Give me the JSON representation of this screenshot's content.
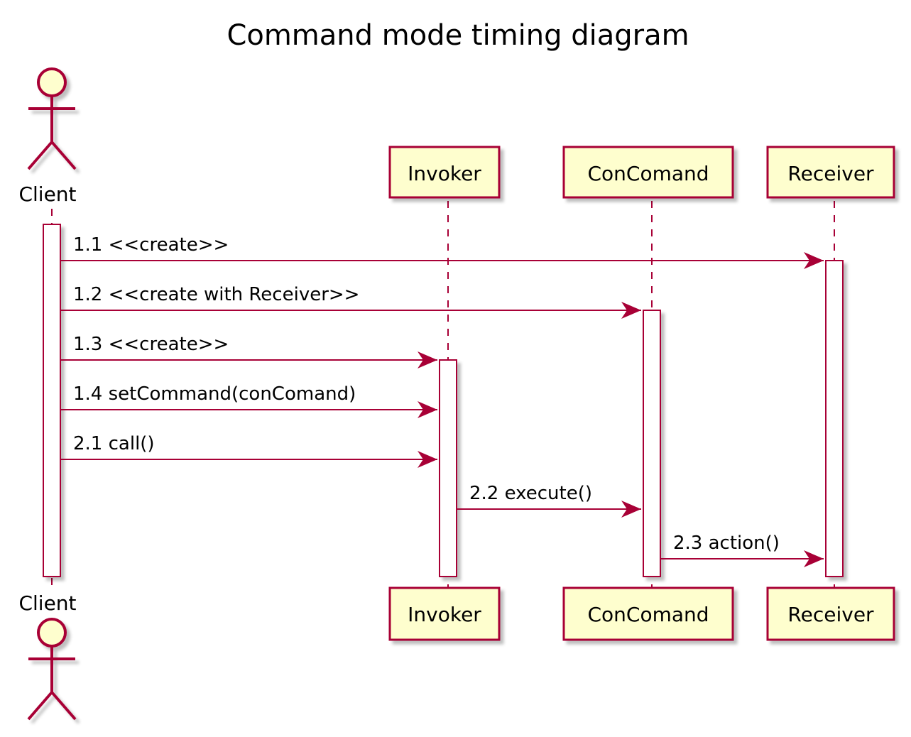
{
  "diagram": {
    "title": "Command mode timing diagram",
    "participants": [
      {
        "id": "client",
        "label": "Client",
        "kind": "actor"
      },
      {
        "id": "invoker",
        "label": "Invoker",
        "kind": "box"
      },
      {
        "id": "concomand",
        "label": "ConComand",
        "kind": "box"
      },
      {
        "id": "receiver",
        "label": "Receiver",
        "kind": "box"
      }
    ],
    "messages": [
      {
        "from": "client",
        "to": "receiver",
        "label": "1.1 <<create>>"
      },
      {
        "from": "client",
        "to": "concomand",
        "label": "1.2 <<create with Receiver>>"
      },
      {
        "from": "client",
        "to": "invoker",
        "label": "1.3 <<create>>"
      },
      {
        "from": "client",
        "to": "invoker",
        "label": "1.4 setCommand(conComand)"
      },
      {
        "from": "client",
        "to": "invoker",
        "label": "2.1 call()"
      },
      {
        "from": "invoker",
        "to": "concomand",
        "label": "2.2 execute()"
      },
      {
        "from": "concomand",
        "to": "receiver",
        "label": "2.3 action()"
      }
    ],
    "colors": {
      "border": "#A80036",
      "fill": "#FEFECE",
      "activation_fill": "#FFFFFF",
      "shadow": "#C8C8C8",
      "text": "#000000"
    }
  }
}
